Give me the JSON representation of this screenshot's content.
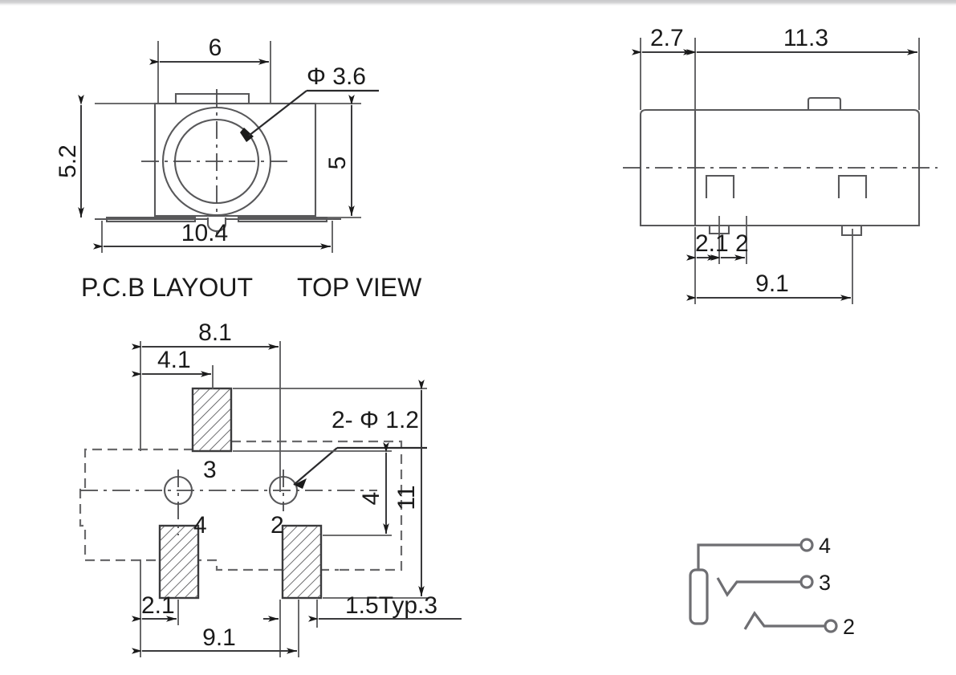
{
  "page": {
    "background": "#ffffff",
    "line_color": "#58585a",
    "text_color": "#1a1a1a"
  },
  "views": {
    "pcb_top": {
      "caption_left": "P.C.B LAYOUT",
      "caption_right": "TOP VIEW",
      "dimensions": {
        "width_inner": "6",
        "hole_dia": "Φ 3.6",
        "height_left": "5.2",
        "height_right": "5",
        "width_outer": "10.4"
      }
    },
    "side_view": {
      "dimensions": {
        "offset_left": "2.7",
        "body_length": "11.3",
        "pin1_offset": "2.1",
        "pin_pitch": "2",
        "pin_span": "9.1"
      }
    },
    "pcb_layout": {
      "dimensions": {
        "dim_81": "8.1",
        "dim_41": "4.1",
        "hole_note": "2- Φ 1.2",
        "dim_4": "4",
        "dim_11": "11",
        "dim_21": "2.1",
        "dim_91": "9.1",
        "dim_typ": "1.5Typ.3"
      },
      "pad_labels": {
        "pad_top": "3",
        "pad_left": "4",
        "pad_right": "2"
      }
    },
    "schematic": {
      "terminals": [
        {
          "label": "4"
        },
        {
          "label": "3"
        },
        {
          "label": "2"
        }
      ]
    }
  }
}
